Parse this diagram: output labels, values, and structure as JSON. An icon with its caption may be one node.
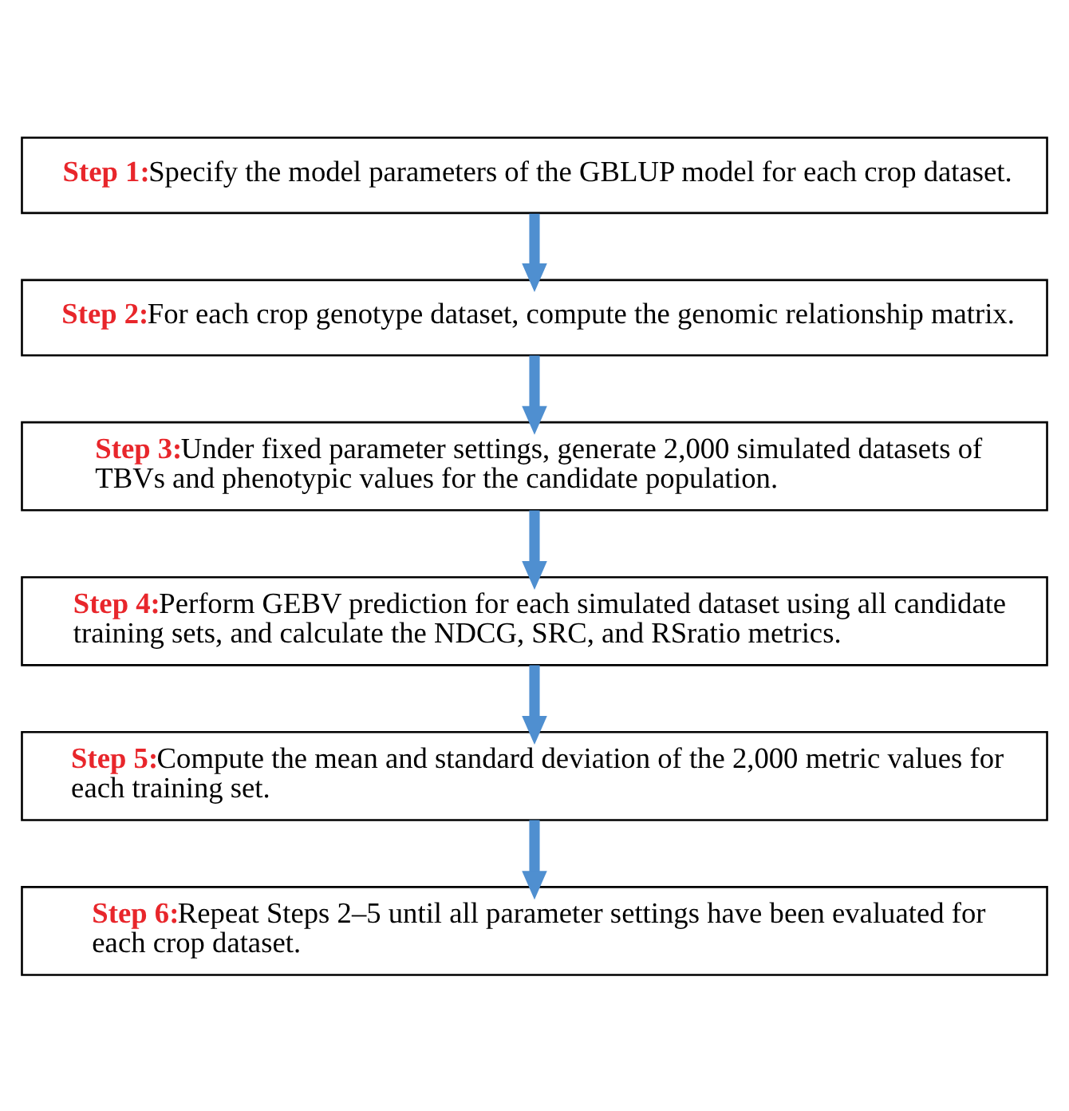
{
  "diagram": {
    "nodes": [
      {
        "text": [
          "Step 1:",
          "Specify the model parameters of the GBLUP model for each crop dataset."
        ]
      },
      {
        "text": [
          "Step 2:",
          "For each crop genotype dataset, compute the genomic relationship matrix."
        ]
      },
      {
        "text": [
          "Step 3:",
          "Under fixed parameter settings, generate 2,000 simulated datasets of TBVs and phenotypic values for the candidate population."
        ]
      },
      {
        "text": [
          "Step 4:",
          "Perform GEBV prediction for each simulated dataset using all candidate training sets, and calculate the NDCG, SRC, and RSratio metrics."
        ]
      },
      {
        "text": [
          "Step 5:",
          "Compute the mean and standard deviation of the 2,000 metric values for each training set."
        ]
      },
      {
        "text": [
          "Step 6:",
          "Repeat Steps 2–5 until all parameter settings have been evaluated for each crop dataset."
        ]
      }
    ],
    "edges": [
      {
        "from": 0,
        "to": 1,
        "arrow": "to"
      },
      {
        "from": 1,
        "to": 2,
        "arrow": "to"
      },
      {
        "from": 2,
        "to": 3,
        "arrow": "to"
      },
      {
        "from": 3,
        "to": 4,
        "arrow": "to"
      },
      {
        "from": 4,
        "to": 5,
        "arrow": "to"
      }
    ]
  }
}
